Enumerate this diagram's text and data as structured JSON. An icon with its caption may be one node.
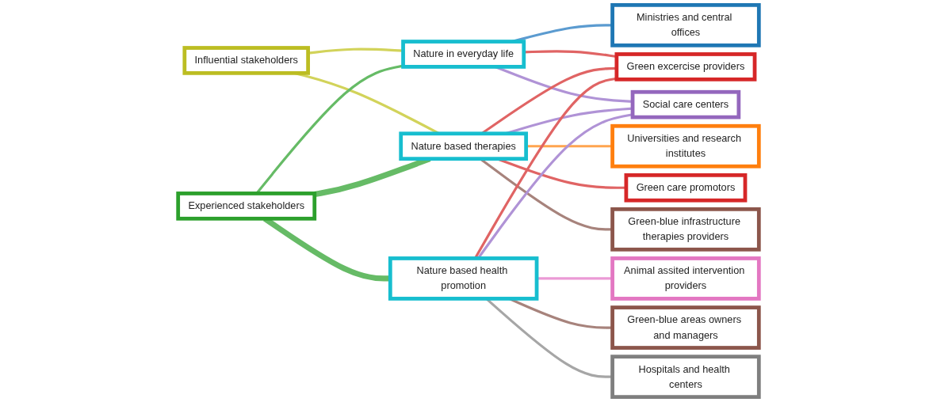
{
  "diagram": {
    "nodes": [
      {
        "text": [
          "Influential stakeholders"
        ]
      },
      {
        "text": [
          "Experienced stakeholders"
        ]
      },
      {
        "text": [
          "Nature in everyday life"
        ]
      },
      {
        "text": [
          "Nature based therapies"
        ]
      },
      {
        "text": [
          "Nature based health promotion"
        ]
      },
      {
        "text": [
          "Ministries and central offices"
        ]
      },
      {
        "text": [
          "Universities and research institutes"
        ]
      },
      {
        "text": [
          "Green excercise providers"
        ]
      },
      {
        "text": [
          "Social care centers"
        ]
      },
      {
        "text": [
          "Green care promotors"
        ]
      },
      {
        "text": [
          "Green-blue infrastructure therapies providers"
        ]
      },
      {
        "text": [
          "Animal assited intervention providers"
        ]
      },
      {
        "text": [
          "Green-blue areas owners and managers"
        ]
      },
      {
        "text": [
          "Hospitals and health centers"
        ]
      }
    ],
    "edges": [
      {
        "from": 0,
        "to": 2,
        "arrow": "none",
        "color": "#d2d35a"
      },
      {
        "from": 0,
        "to": 3,
        "arrow": "none",
        "color": "#d2d35a"
      },
      {
        "from": 1,
        "to": 2,
        "arrow": "none",
        "color": "#66bb66"
      },
      {
        "from": 1,
        "to": 3,
        "arrow": "none",
        "style": "thick",
        "color": "#66bb66"
      },
      {
        "from": 1,
        "to": 4,
        "arrow": "none",
        "style": "thick",
        "color": "#66bb66"
      },
      {
        "from": 2,
        "to": 5,
        "arrow": "none",
        "color": "#5b9bd0"
      },
      {
        "from": 2,
        "to": 7,
        "arrow": "none",
        "color": "#e06464"
      },
      {
        "from": 2,
        "to": 8,
        "arrow": "none",
        "color": "#b093d6"
      },
      {
        "from": 3,
        "to": 6,
        "arrow": "none",
        "color": "#ffa54f"
      },
      {
        "from": 3,
        "to": 7,
        "arrow": "none",
        "color": "#e06464"
      },
      {
        "from": 3,
        "to": 8,
        "arrow": "none",
        "color": "#b093d6"
      },
      {
        "from": 3,
        "to": 9,
        "arrow": "none",
        "color": "#e06464"
      },
      {
        "from": 3,
        "to": 10,
        "arrow": "none",
        "color": "#a7837c"
      },
      {
        "from": 4,
        "to": 7,
        "arrow": "none",
        "color": "#e06464"
      },
      {
        "from": 4,
        "to": 8,
        "arrow": "none",
        "color": "#b093d6"
      },
      {
        "from": 4,
        "to": 11,
        "arrow": "none",
        "color": "#eb9ad6"
      },
      {
        "from": 4,
        "to": 12,
        "arrow": "none",
        "color": "#a7837c"
      },
      {
        "from": 4,
        "to": 13,
        "arrow": "none",
        "color": "#a6a6a6"
      }
    ]
  }
}
